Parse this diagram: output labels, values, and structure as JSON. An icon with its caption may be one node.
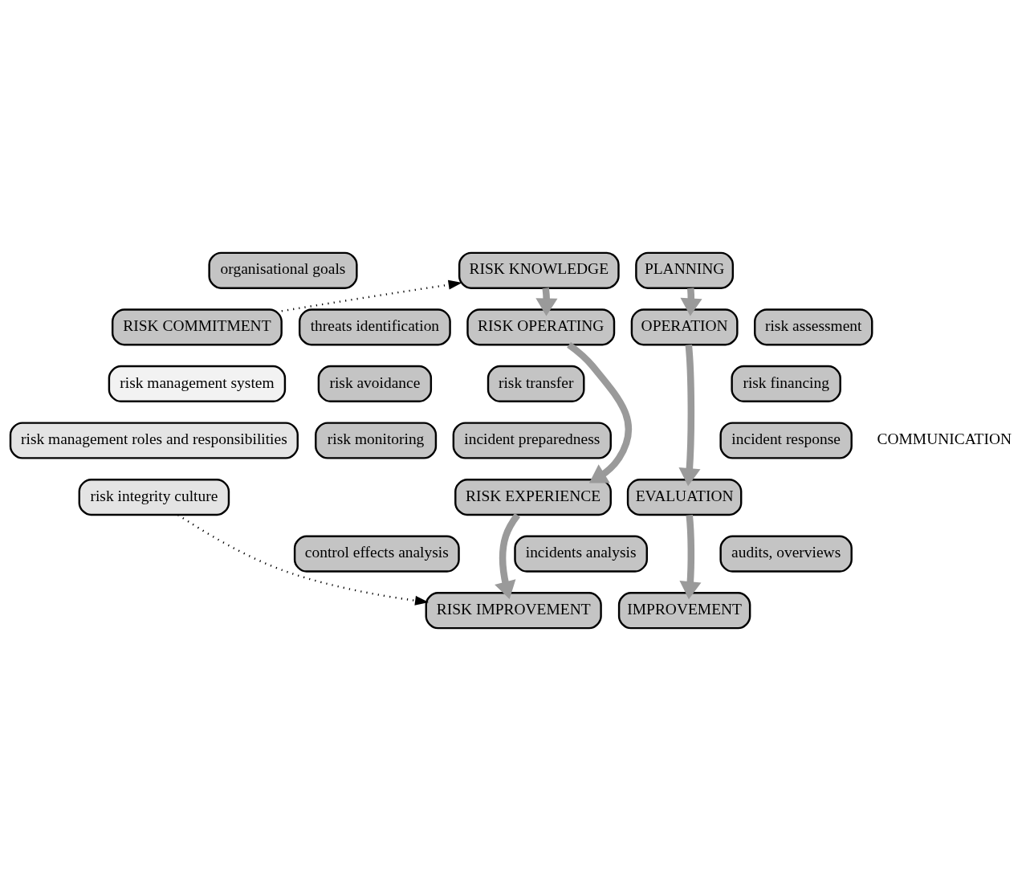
{
  "diagram": {
    "nodes": [
      {
        "text": [
          "organisational goals"
        ]
      },
      {
        "text": [
          "RISK KNOWLEDGE"
        ]
      },
      {
        "text": [
          "threats identification"
        ]
      },
      {
        "text": [
          "risk assessment"
        ]
      },
      {
        "text": [
          "PLANNING"
        ]
      },
      {
        "text": [
          "RISK COMMITMENT"
        ]
      },
      {
        "text": [
          "RISK OPERATING"
        ]
      },
      {
        "text": [
          "OPERATION"
        ]
      },
      {
        "text": [
          "risk management system"
        ]
      },
      {
        "text": [
          "risk avoidance"
        ]
      },
      {
        "text": [
          "risk transfer"
        ]
      },
      {
        "text": [
          "risk financing"
        ]
      },
      {
        "text": [
          "risk management roles and responsibilities"
        ]
      },
      {
        "text": [
          "risk monitoring"
        ]
      },
      {
        "text": [
          "incident preparedness"
        ]
      },
      {
        "text": [
          "incident response"
        ]
      },
      {
        "text": [
          "risk integrity culture"
        ]
      },
      {
        "text": [
          "RISK EXPERIENCE"
        ]
      },
      {
        "text": [
          "EVALUATION"
        ]
      },
      {
        "text": [
          "control effects analysis"
        ]
      },
      {
        "text": [
          "incidents analysis"
        ]
      },
      {
        "text": [
          "audits, overviews"
        ]
      },
      {
        "text": [
          "RISK IMPROVEMENT"
        ]
      },
      {
        "text": [
          "IMPROVEMENT"
        ]
      }
    ],
    "edges": [
      {
        "from": 5,
        "to": 1,
        "arrow": "to",
        "style": "dashed",
        "color": "#000000"
      },
      {
        "from": 16,
        "to": 22,
        "arrow": "to",
        "style": "dashed",
        "color": "#000000"
      },
      {
        "from": 1,
        "to": 6,
        "arrow": "to"
      },
      {
        "from": 6,
        "to": 17,
        "arrow": "to"
      },
      {
        "from": 17,
        "to": 22,
        "arrow": "to"
      },
      {
        "from": 4,
        "to": 7,
        "arrow": "to"
      },
      {
        "from": 7,
        "to": 18,
        "arrow": "to"
      },
      {
        "from": 18,
        "to": 23,
        "arrow": "to"
      }
    ],
    "labels": [
      "COMMUNICATION"
    ]
  }
}
